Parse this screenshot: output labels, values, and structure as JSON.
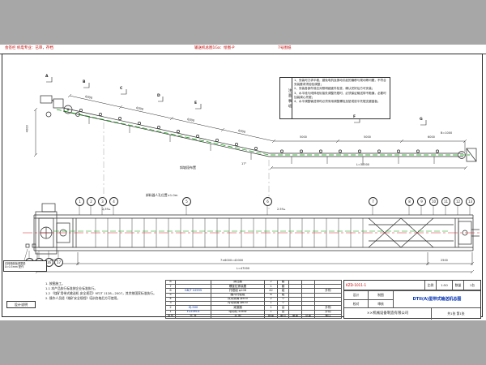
{
  "rev_strip": {
    "left": "会签栏 机电专业：已审，存档",
    "center": "输送机总图1Ga：绘图-P",
    "right": "7号图纸"
  },
  "notes": {
    "title": "注意事项",
    "items": [
      "1、安装时力求平稳，避免电机及振动引起的偏移与晃动等问题，不符合安装要求须检验调整；",
      "2、安装各部件前应对照明细逐件检查，确认完好后方可安装；",
      "3、水平段与倾斜段衔接处调整托辊时，必须保证输送带不跑偏，必要时加装调心托辊；",
      "4、水平调整输送带时必须采用调整螺栓加垫或放平托辊支腿盖板。"
    ]
  },
  "elevation": {
    "sections": [
      "A",
      "B",
      "C",
      "D",
      "E",
      "F",
      "G"
    ],
    "slope_dims": [
      "6000",
      "6000",
      "6000",
      "6000"
    ],
    "top_dims": [
      "5000",
      "5000",
      "6000"
    ],
    "angle": "17°",
    "belt": "B=1000",
    "label": "斜坡段布置",
    "chain": "L=38500",
    "left_dim": "4000"
  },
  "plan": {
    "note": "卸料器人孔位置≈1.0m",
    "slope1": "2.5‰",
    "slope2": "2.5‰",
    "balloons_top": [
      "1",
      "2",
      "3",
      "4",
      "5",
      "6",
      "7",
      "8",
      "9",
      "10",
      "11",
      "12",
      "13"
    ],
    "balloons_left": [
      "14",
      "15",
      "16",
      "17"
    ],
    "dim_left": "2500",
    "dim_mid": "7×6000=42000",
    "dim_right": "2500",
    "overall": "L=47000"
  },
  "shim_note": {
    "line1": "石棉橡胶板调整垫",
    "line2": "δ=0.5mm 配作"
  },
  "design_notes": {
    "title": "设计说明",
    "items": [
      "1. 按图施工。",
      "1.1 本产品执行标准按企业标准执行。",
      "1.2 《煤矿用带式输送机 安全规范》MT/T 1128—2007，其余按国家标准执行。",
      "2. 操作人员经《煤矿安全规程》培训合格后方可使用。"
    ]
  },
  "bom": {
    "headers": [
      "序号",
      "代  号",
      "名  称",
      "数量",
      "单位",
      "单重",
      "总重",
      "备注"
    ],
    "rows": [
      {
        "no": "8",
        "code": "",
        "name": "清扫器",
        "qty": "2",
        "unit": "套",
        "w1": "",
        "w2": "",
        "rem": ""
      },
      {
        "no": "7",
        "code": "",
        "name": "螺旋拉紧装置",
        "qty": "1",
        "unit": "套",
        "w1": "",
        "w2": "",
        "rem": ""
      },
      {
        "no": "6",
        "code": "GB/T 10595",
        "name": "托辊组 φ108",
        "qty": "42",
        "unit": "组",
        "w1": "",
        "w2": "",
        "rem": "外购"
      },
      {
        "no": "5",
        "code": "",
        "name": "缓冲托辊组",
        "qty": "6",
        "unit": "组",
        "w1": "",
        "w2": "",
        "rem": ""
      },
      {
        "no": "4",
        "code": "",
        "name": "改向滚筒 φ500",
        "qty": "2",
        "unit": "个",
        "w1": "",
        "w2": "",
        "rem": ""
      },
      {
        "no": "3",
        "code": "",
        "name": "传动滚筒 φ630",
        "qty": "1",
        "unit": "个",
        "w1": "",
        "w2": "",
        "rem": ""
      },
      {
        "no": "2",
        "code": "ZJ-500",
        "name": "减速器",
        "qty": "1",
        "unit": "台",
        "w1": "",
        "w2": "",
        "rem": "外购"
      },
      {
        "no": "1",
        "code": "Y225M-4",
        "name": "电动机 45kW",
        "qty": "1",
        "unit": "台",
        "w1": "",
        "w2": "",
        "rem": "外购"
      }
    ]
  },
  "titleblock": {
    "drawing_no": "KZD-1011-1",
    "scale_label": "比例",
    "scale": "1:50",
    "qty_label": "数量",
    "qty": "1台",
    "title_cn": "DTII(A)型带式输送机总图",
    "company": "××机械设备制造有限公司",
    "sheet_label": "共1张 第1张",
    "roles": [
      "设计",
      "制图",
      "校对",
      "审核"
    ]
  }
}
